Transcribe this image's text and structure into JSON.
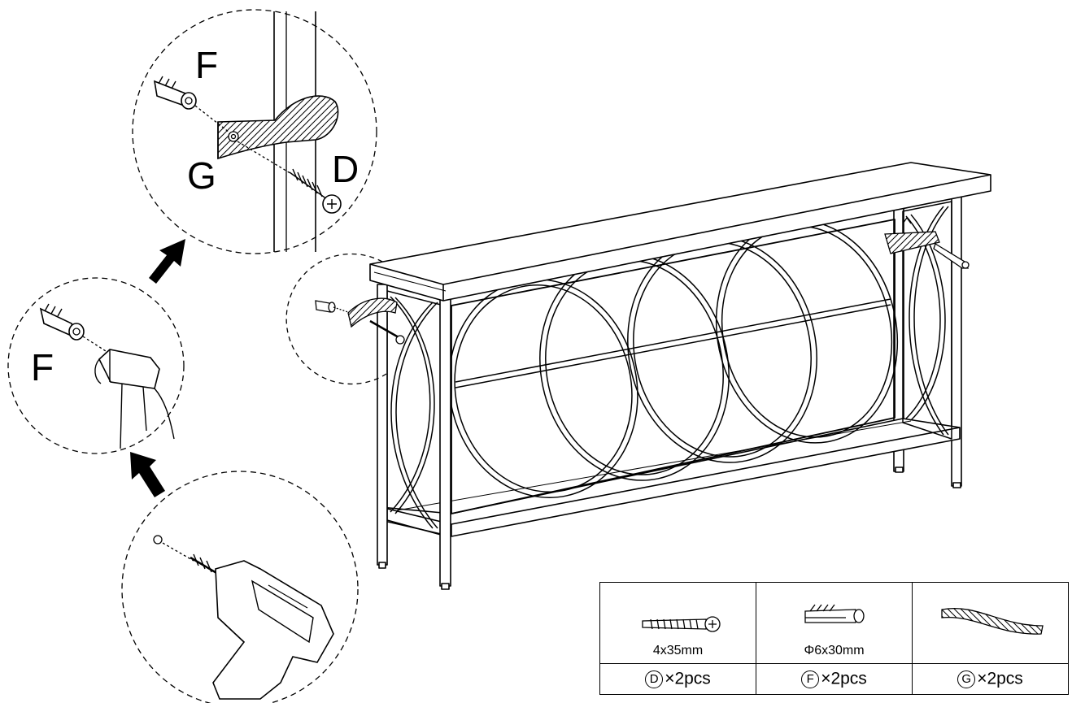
{
  "detail_labels": {
    "top_anchor": "F",
    "top_strap": "G",
    "top_screw": "D",
    "hammer_anchor": "F"
  },
  "parts": [
    {
      "id": "D",
      "spec": "4x35mm",
      "qty": "×2pcs",
      "icon": "screw-icon"
    },
    {
      "id": "F",
      "spec": "Φ6x30mm",
      "qty": "×2pcs",
      "icon": "wall-anchor-icon"
    },
    {
      "id": "G",
      "spec": "",
      "qty": "×2pcs",
      "icon": "anti-tip-strap-icon"
    }
  ]
}
